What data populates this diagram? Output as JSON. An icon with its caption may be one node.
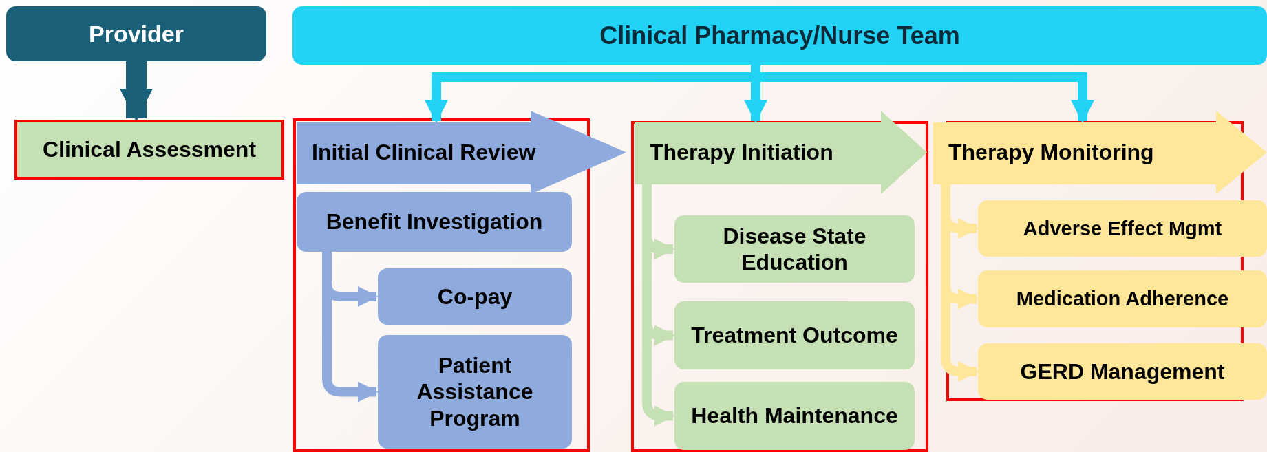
{
  "diagram": {
    "nodes": [
      {
        "text": [
          "Provider"
        ]
      },
      {
        "text": [
          "Clinical Pharmacy/Nurse Team"
        ]
      },
      {
        "text": [
          "Clinical Assessment"
        ]
      },
      {
        "text": [
          "Initial Clinical Review"
        ]
      },
      {
        "text": [
          "Benefit Investigation"
        ]
      },
      {
        "text": [
          "Co-pay"
        ]
      },
      {
        "text": [
          "Patient Assistance Program"
        ]
      },
      {
        "text": [
          "Therapy Initiation"
        ]
      },
      {
        "text": [
          "Disease State Education"
        ]
      },
      {
        "text": [
          "Treatment Outcome"
        ]
      },
      {
        "text": [
          "Health Maintenance"
        ]
      },
      {
        "text": [
          "Therapy Monitoring"
        ]
      },
      {
        "text": [
          "Adverse Effect Mgmt"
        ]
      },
      {
        "text": [
          "Medication Adherence"
        ]
      },
      {
        "text": [
          "GERD Management"
        ]
      }
    ],
    "edges": [
      {
        "from": 0,
        "to": 2,
        "arrow": "to",
        "color": "#1a6079",
        "style": "thick"
      },
      {
        "from": 1,
        "to": 3,
        "arrow": "to",
        "color": "#22d3f5"
      },
      {
        "from": 1,
        "to": 7,
        "arrow": "to",
        "color": "#22d3f5"
      },
      {
        "from": 1,
        "to": 11,
        "arrow": "to",
        "color": "#22d3f5"
      },
      {
        "from": 4,
        "to": 5,
        "arrow": "to",
        "color": "#8faadc"
      },
      {
        "from": 4,
        "to": 6,
        "arrow": "to",
        "color": "#8faadc"
      },
      {
        "from": 7,
        "to": 8,
        "arrow": "to",
        "color": "#c5e0b4"
      },
      {
        "from": 7,
        "to": 9,
        "arrow": "to",
        "color": "#c5e0b4"
      },
      {
        "from": 7,
        "to": 10,
        "arrow": "to",
        "color": "#c5e0b4"
      },
      {
        "from": 11,
        "to": 12,
        "arrow": "to",
        "color": "#ffe699"
      },
      {
        "from": 11,
        "to": 13,
        "arrow": "to",
        "color": "#ffe699"
      },
      {
        "from": 11,
        "to": 14,
        "arrow": "to",
        "color": "#ffe699"
      }
    ]
  }
}
